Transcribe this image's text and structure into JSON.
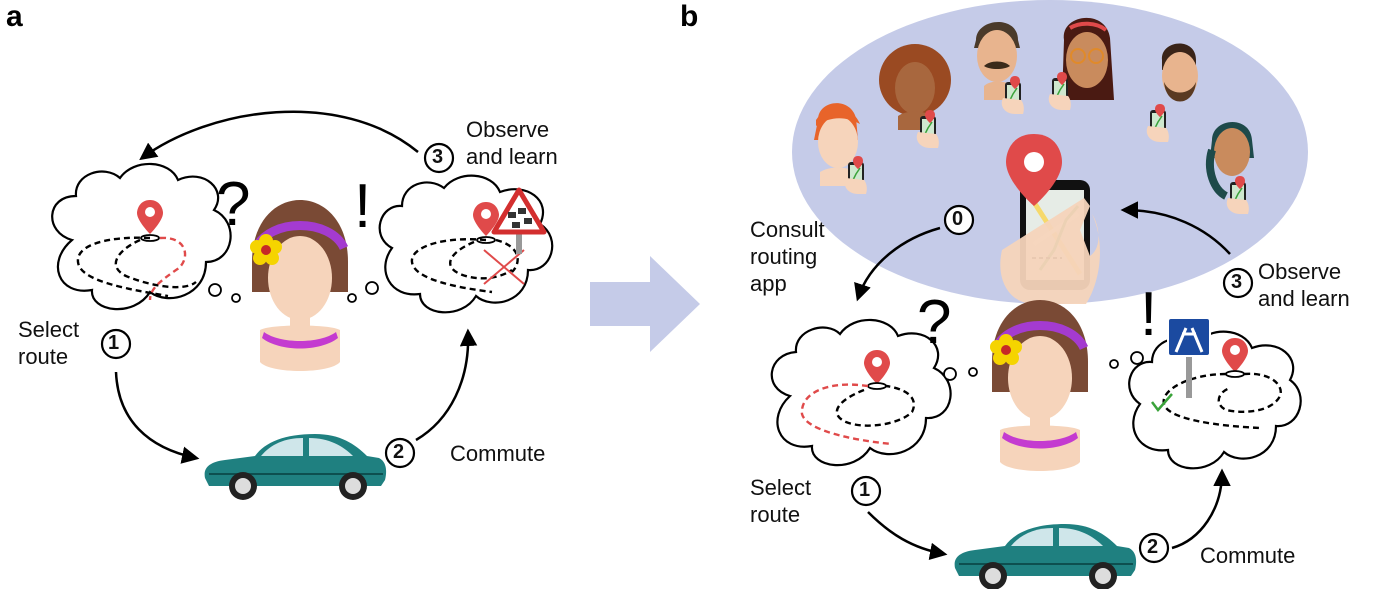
{
  "panel_a": {
    "letter": "a",
    "uncertain_mark": "?",
    "insight_mark": "!",
    "steps": [
      {
        "num": "1",
        "label": "Select\nroute"
      },
      {
        "num": "2",
        "label": "Commute"
      },
      {
        "num": "3",
        "label": "Observe\nand learn"
      }
    ]
  },
  "panel_b": {
    "letter": "b",
    "uncertain_mark": "?",
    "insight_mark": "!",
    "steps": [
      {
        "num": "0",
        "label": "Consult\nrouting\napp"
      },
      {
        "num": "1",
        "label": "Select\nroute"
      },
      {
        "num": "2",
        "label": "Commute"
      },
      {
        "num": "3",
        "label": "Observe\nand learn"
      }
    ]
  },
  "colors": {
    "pin": "#e04a4a",
    "car": "#1f8080",
    "crowd_ellipse": "#c5cbe8",
    "arrow_transition": "#c5cbe8",
    "headband": "#a43bd0",
    "flower": "#f5d400",
    "collar": "#c43bd0",
    "skin": "#f6d4bb",
    "hair": "#7a4a35",
    "motorway_sign": "#1b4aa0",
    "checkmark": "#3aa33a"
  },
  "icons": [
    "pin-icon",
    "car-icon",
    "thought-cloud-icon",
    "phone-map-icon",
    "warning-sign-icon",
    "motorway-sign-icon",
    "person-avatar-icon",
    "checkmark-icon"
  ]
}
